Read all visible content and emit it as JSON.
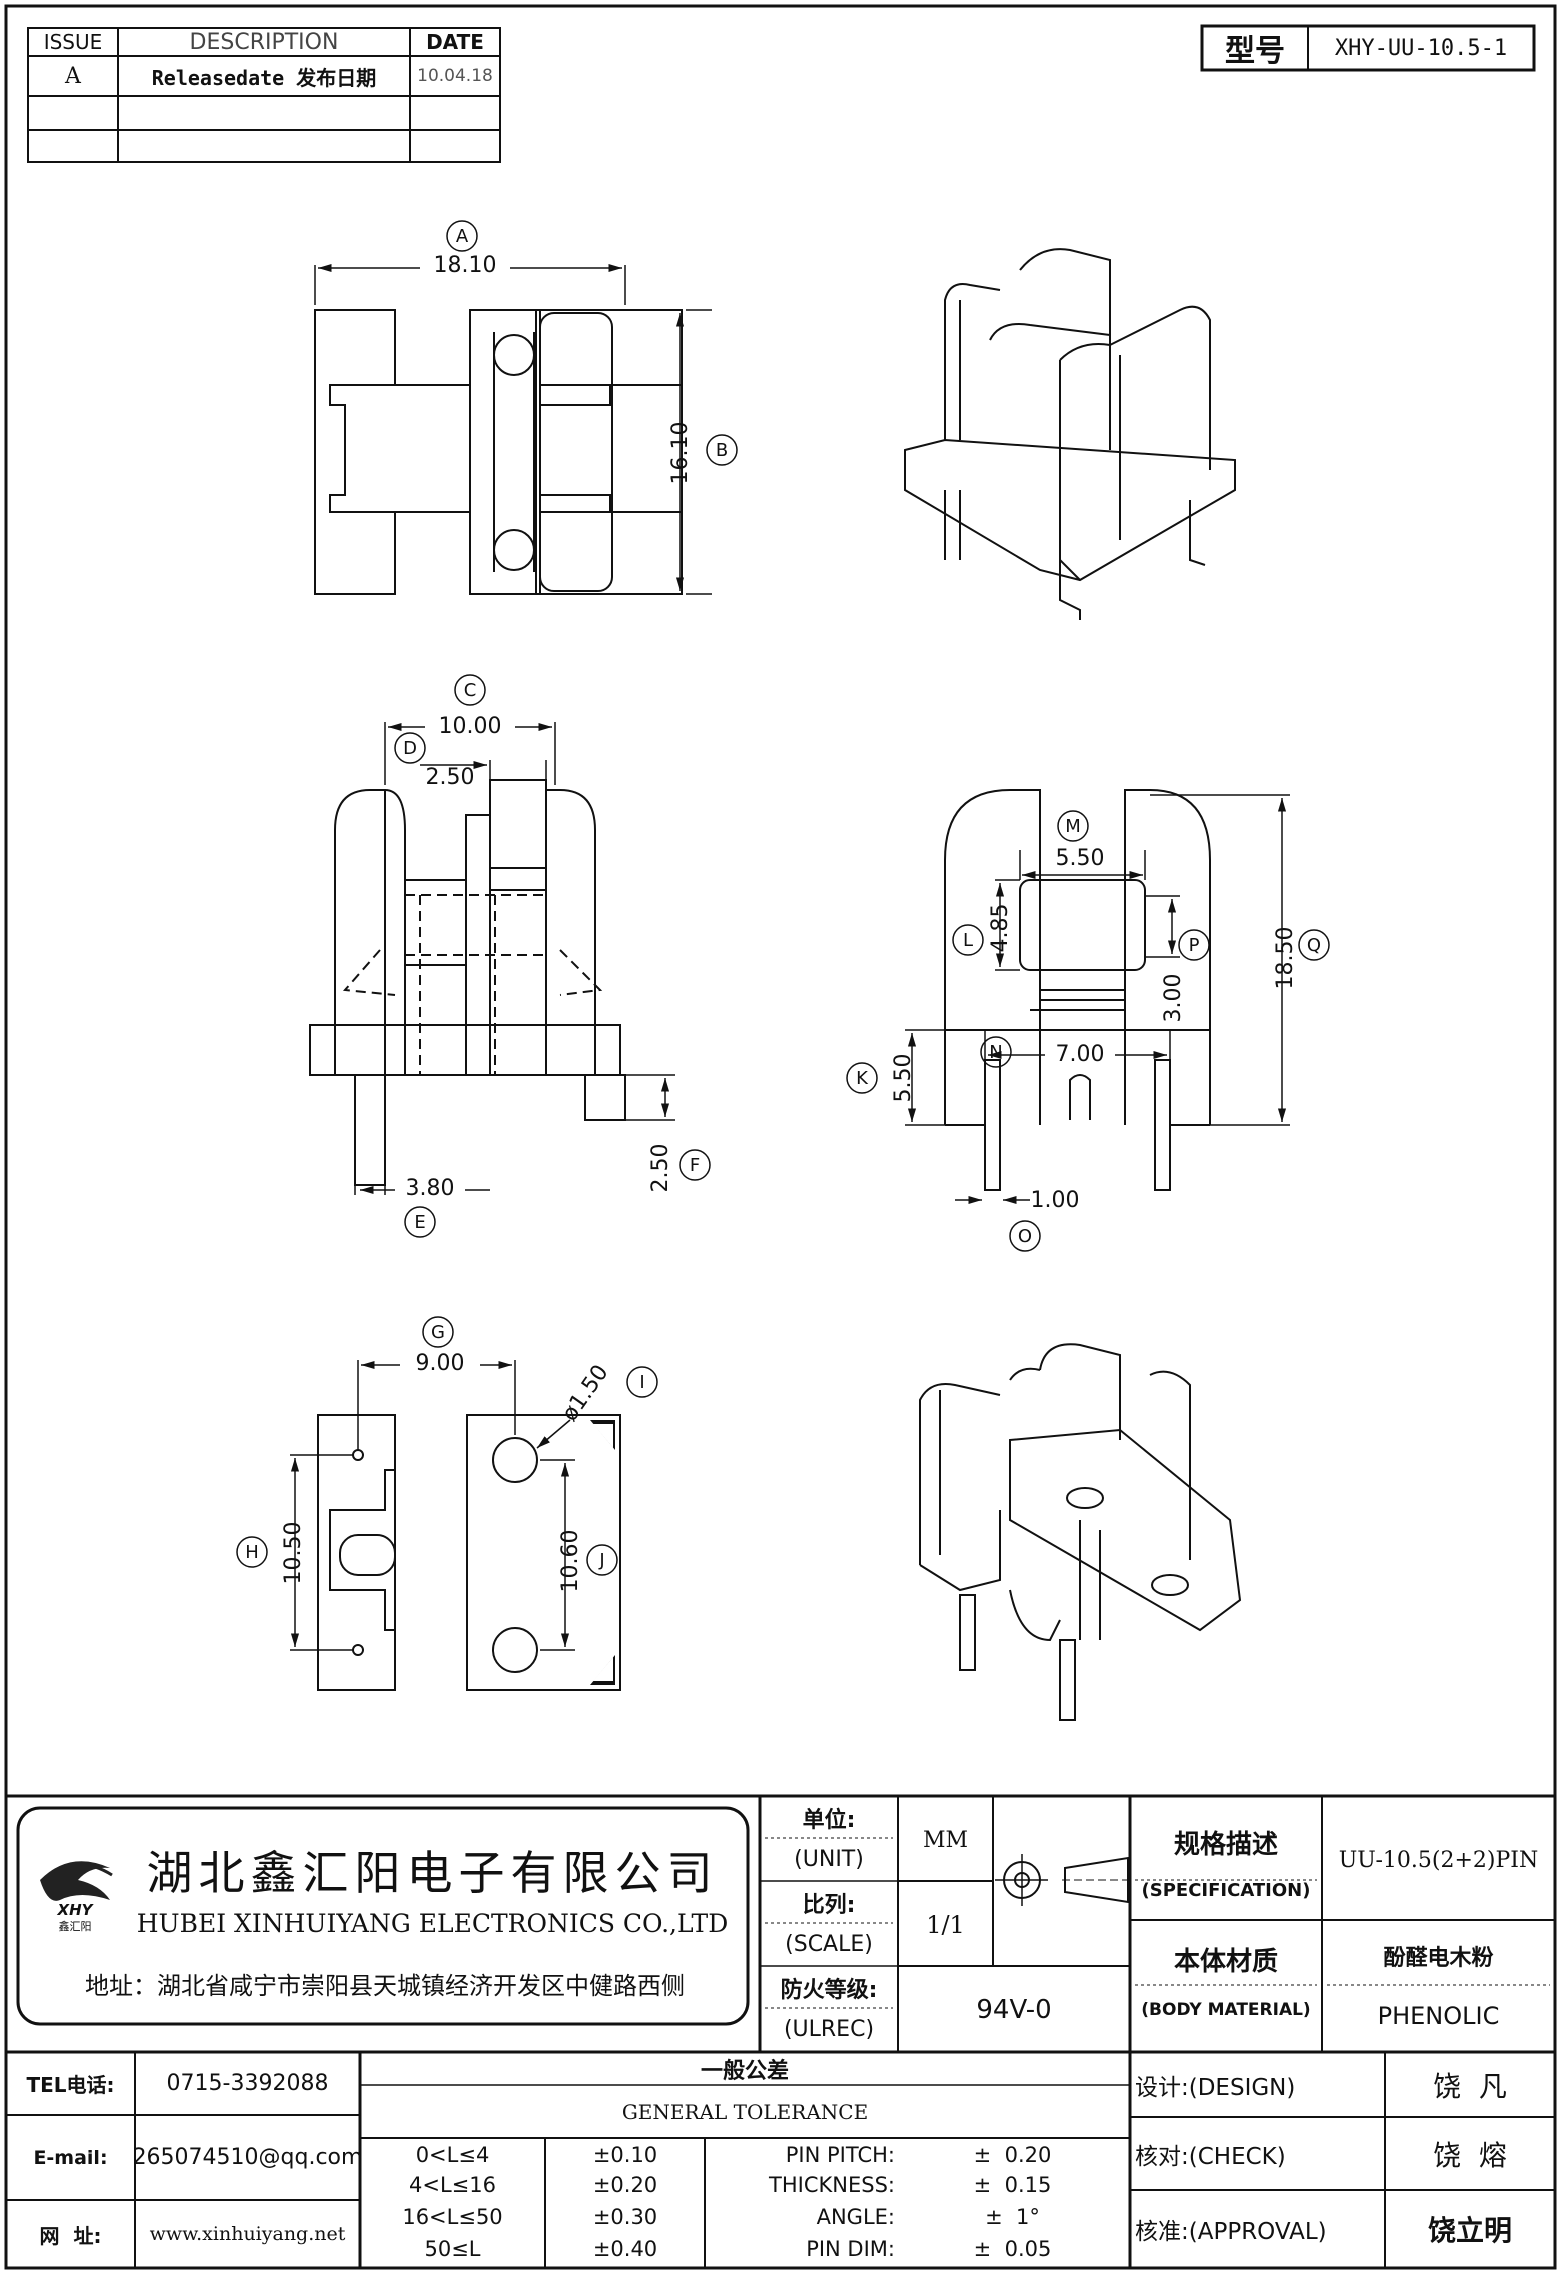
{
  "revision_table": {
    "headers": [
      "ISSUE",
      "DESCRIPTION",
      "DATE"
    ],
    "rows": [
      {
        "issue": "A",
        "description": "Releasedate 发布日期",
        "date": "10.04.18"
      },
      {
        "issue": "",
        "description": "",
        "date": ""
      },
      {
        "issue": "",
        "description": "",
        "date": ""
      }
    ]
  },
  "model": {
    "label": "型号",
    "value": "XHY-UU-10.5-1"
  },
  "dimensions": {
    "A": "18.10",
    "B": "16.10",
    "C": "10.00",
    "D": "2.50",
    "E": "3.80",
    "F": "2.50",
    "G": "9.00",
    "H": "10.50",
    "I": "ø1.50",
    "J": "10.60",
    "K": "5.50",
    "L": "4.85",
    "M": "5.50",
    "N": "7.00",
    "O": "1.00",
    "P": "3.00",
    "Q": "18.50"
  },
  "company": {
    "name_cn": "湖北鑫汇阳电子有限公司",
    "name_en": "HUBEI XINHUIYANG ELECTRONICS CO.,LTD",
    "logo_text": "XHY",
    "logo_sub": "鑫汇阳",
    "address": "地址：湖北省咸宁市崇阳县天城镇经济开发区中健路西侧"
  },
  "contact": {
    "tel_label": "TEL电话:",
    "tel": "0715-3392088",
    "email_label": "E-mail:",
    "email": "265074510@qq.com",
    "web_label": "网  址:",
    "web": "www.xinhuiyang.net"
  },
  "meta": {
    "unit_cn": "单位:",
    "unit_en": "(UNIT)",
    "unit_value": "MM",
    "scale_cn": "比列:",
    "scale_en": "(SCALE)",
    "scale_value": "1/1",
    "ulrec_cn": "防火等级:",
    "ulrec_en": "(ULREC)",
    "ulrec_value": "94V-0"
  },
  "spec": {
    "spec_cn": "规格描述",
    "spec_en": "(SPECIFICATION)",
    "spec_value": "UU-10.5(2+2)PIN",
    "material_cn": "本体材质",
    "material_en": "(BODY MATERIAL)",
    "material_cn_value": "酚醛电木粉",
    "material_en_value": "PHENOLIC"
  },
  "tolerance": {
    "title_cn": "一般公差",
    "title_en": "GENERAL TOLERANCE",
    "rows": [
      {
        "range": "0<L≤4",
        "tol": "±0.10",
        "item": "PIN PITCH:",
        "value": "±  0.20"
      },
      {
        "range": "4<L≤16",
        "tol": "±0.20",
        "item": "THICKNESS:",
        "value": "±  0.15"
      },
      {
        "range": "16<L≤50",
        "tol": "±0.30",
        "item": "ANGLE:",
        "value": "±  1°"
      },
      {
        "range": "50≤L",
        "tol": "±0.40",
        "item": "PIN DIM:",
        "value": "±  0.05"
      }
    ]
  },
  "signoff": {
    "design_label": "设计:(DESIGN)",
    "design_name": "饶  凡",
    "check_label": "核对:(CHECK)",
    "check_name": "饶  熔",
    "approval_label": "核准:(APPROVAL)",
    "approval_name": "饶立明"
  }
}
